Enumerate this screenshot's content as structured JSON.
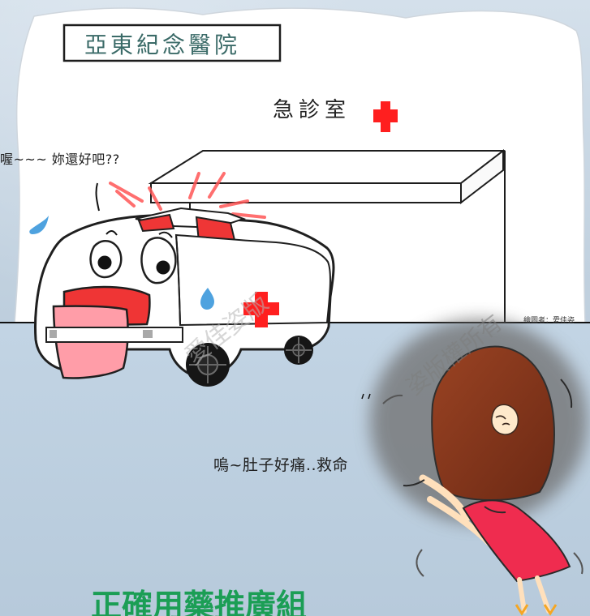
{
  "scene": {
    "hospital_sign": "亞東紀念醫院",
    "er_label": "急診室",
    "ambulance_speech": "喔~~~ 妳還好吧??",
    "girl_speech": "嗚~肚子好痛..救命",
    "watermark_ambulance": "愛佳姿版",
    "watermark_girl": "姿版權所有",
    "credit": "繪圖者：愛佳姿"
  },
  "footer": {
    "text": "正確用藥推廣組"
  },
  "colors": {
    "background": "#c2d3e2",
    "red_cross": "#ff1f1f",
    "sign_text": "#3b6b68",
    "footer_text": "#1b9e55",
    "girl_hair": "#8e3a20",
    "girl_dress": "#ef2c4f"
  },
  "icons": [
    "red-cross-icon"
  ]
}
